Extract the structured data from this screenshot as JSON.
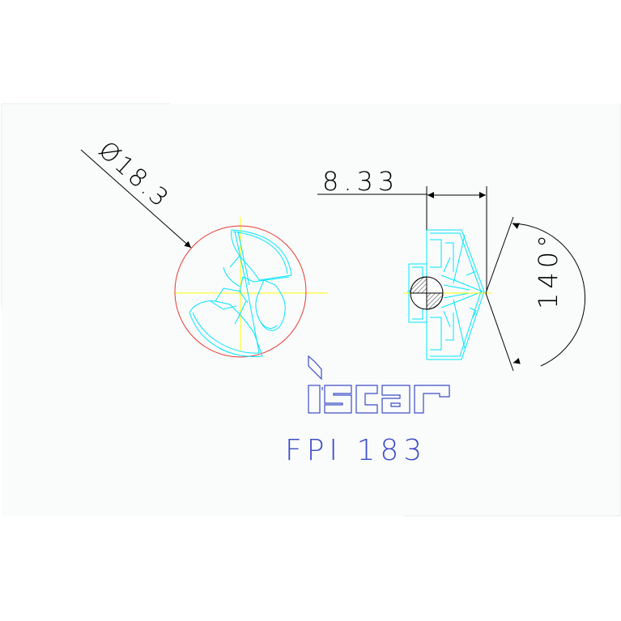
{
  "dimensions": {
    "diameter": "Ø18.3",
    "width": "8.33",
    "angle": "140°"
  },
  "brand": {
    "logo_text": "iscar",
    "part_number": "FPI 183"
  },
  "colors": {
    "sheet_background": "#fafcfb",
    "outline": "#00e5ff",
    "circle": "#e53935",
    "centerline": "#ffff00",
    "dimension": "#000000",
    "logo": "#3c4cc8"
  }
}
